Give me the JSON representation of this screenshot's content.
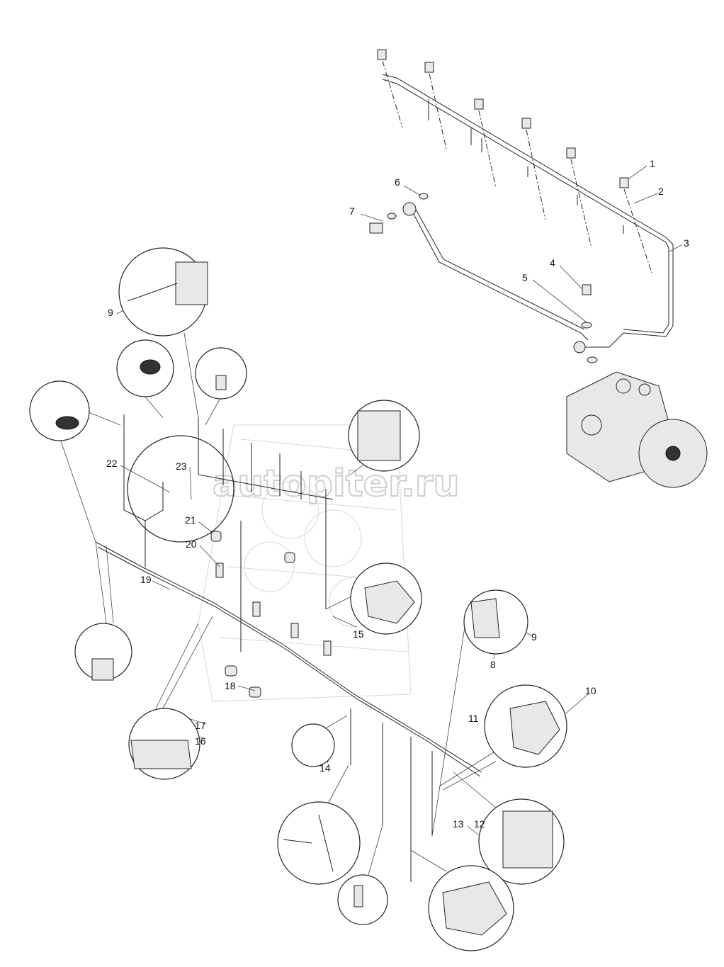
{
  "diagram": {
    "watermark": "autopiter.ru",
    "callouts": {
      "c1": "1",
      "c2": "2",
      "c3": "3",
      "c4": "4",
      "c5": "5",
      "c6": "6",
      "c7": "7",
      "c9a": "9",
      "c9b": "9",
      "c8": "8",
      "c10": "10",
      "c11": "11",
      "c12": "12",
      "c13": "13",
      "c14": "14",
      "c15": "15",
      "c16": "16",
      "c17": "17",
      "c18": "18",
      "c19": "19",
      "c20": "20",
      "c21": "21",
      "c22": "22",
      "c23": "23"
    }
  }
}
